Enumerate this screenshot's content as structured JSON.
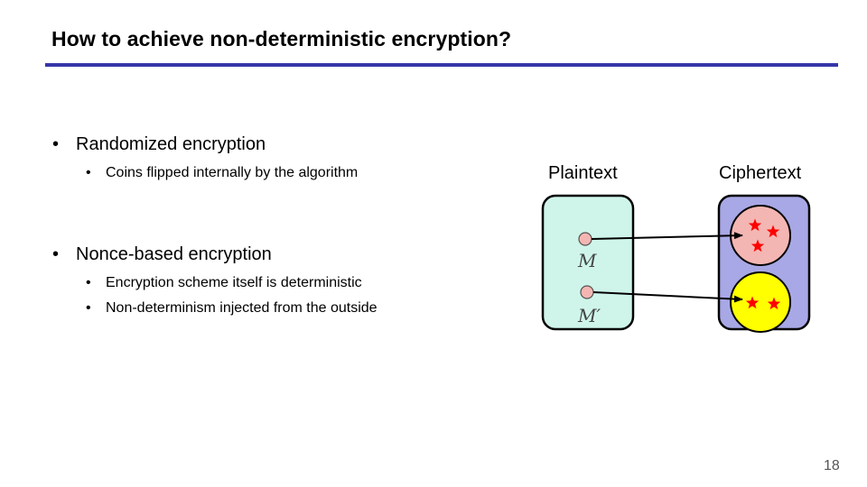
{
  "slide": {
    "title": "How to achieve non-deterministic encryption?",
    "page_number": "18"
  },
  "bullets": {
    "randomized": "Randomized encryption",
    "randomized_sub": [
      "Coins flipped internally by the algorithm"
    ],
    "nonce": "Nonce-based encryption",
    "nonce_sub": [
      "Encryption scheme itself is deterministic",
      "Non-determinism injected from the outside"
    ],
    "bullet_char": "•"
  },
  "diagram": {
    "plaintext_label": "Plaintext",
    "ciphertext_label": "Ciphertext",
    "message_1": "M",
    "message_2": "M′",
    "colors": {
      "plaintext_box": "#cff5ea",
      "ciphertext_box": "#a8a8e6",
      "cipher_set_1": "#f4b6b2",
      "cipher_set_2": "#ffff00",
      "message_point": "#f4b6b2",
      "star": "#ff0000",
      "arrow": "#000000"
    }
  }
}
